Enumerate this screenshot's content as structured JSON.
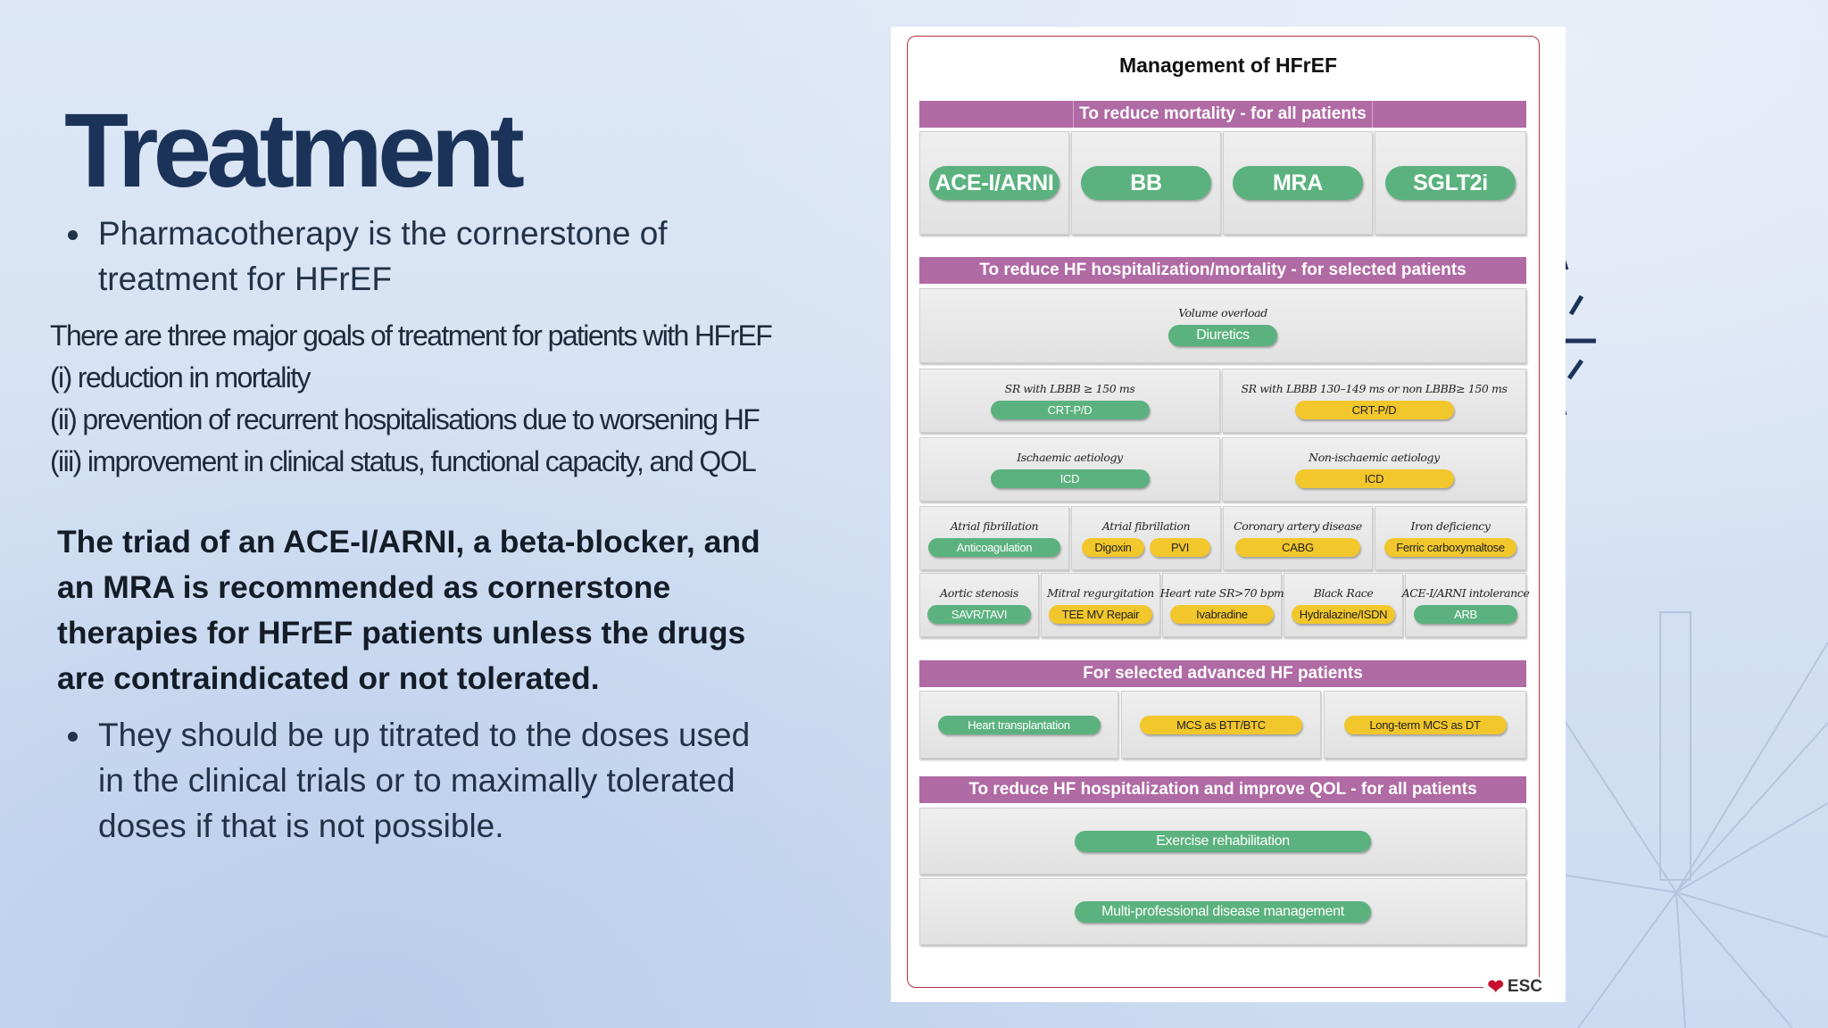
{
  "slide": {
    "title": "Treatment",
    "bullet_intro": "Pharmacotherapy is the cornerstone of treatment for HFrEF",
    "goals": [
      "There are three major goals of treatment for patients with HFrEF",
      "(i) reduction in mortality",
      "(ii) prevention of recurrent hospitalisations due to worsening HF",
      "(iii) improvement in clinical status, functional capacity, and QOL"
    ],
    "triad": "The triad of an ACE-I/ARNI, a beta-blocker, and an MRA is recommended as cornerstone therapies for HFrEF patients unless the drugs are contraindicated or not tolerated.",
    "bullet_titrate": "They should be up titrated to the doses used in the clinical trials or to maximally tolerated doses if that is not possible."
  },
  "figure": {
    "title": "Management of HFrEF",
    "logo": "ESC",
    "colors": {
      "header": "#b06aa4",
      "green": "#5bb27e",
      "yellow": "#f2c72c"
    },
    "headers": {
      "mortality_all": "To reduce mortality - for all patients",
      "selected": "To reduce HF hospitalization/mortality - for selected patients",
      "advanced": "For selected advanced HF patients",
      "qol": "To reduce HF hospitalization and improve QOL - for all patients"
    },
    "core_drugs": [
      "ACE-I/ARNI",
      "BB",
      "MRA",
      "SGLT2i"
    ],
    "volume": {
      "label": "Volume overload",
      "pill": "Diuretics"
    },
    "crt": [
      {
        "label": "SR with LBBB ≥ 150 ms",
        "pill": "CRT-P/D"
      },
      {
        "label": "SR with LBBB 130–149 ms or non LBBB≥ 150 ms",
        "pill": "CRT-P/D"
      }
    ],
    "icd": [
      {
        "label": "Ischaemic aetiology",
        "pill": "ICD"
      },
      {
        "label": "Non-ischaemic aetiology",
        "pill": "ICD"
      }
    ],
    "row4": [
      {
        "label": "Atrial fibrillation",
        "pill": "Anticoagulation"
      },
      {
        "label": "Atrial fibrillation",
        "pills": [
          "Digoxin",
          "PVI"
        ]
      },
      {
        "label": "Coronary artery disease",
        "pill": "CABG"
      },
      {
        "label": "Iron deficiency",
        "pill": "Ferric carboxymaltose"
      }
    ],
    "row5": [
      {
        "label": "Aortic stenosis",
        "pill": "SAVR/TAVI"
      },
      {
        "label": "Mitral regurgitation",
        "pill": "TEE MV Repair"
      },
      {
        "label": "Heart rate SR>70 bpm",
        "pill": "Ivabradine"
      },
      {
        "label": "Black Race",
        "pill": "Hydralazine/ISDN"
      },
      {
        "label": "ACE-I/ARNI intolerance",
        "pill": "ARB"
      }
    ],
    "advanced": [
      "Heart transplantation",
      "MCS as BTT/BTC",
      "Long-term MCS as DT"
    ],
    "qol": [
      "Exercise rehabilitation",
      "Multi-professional disease management"
    ]
  }
}
